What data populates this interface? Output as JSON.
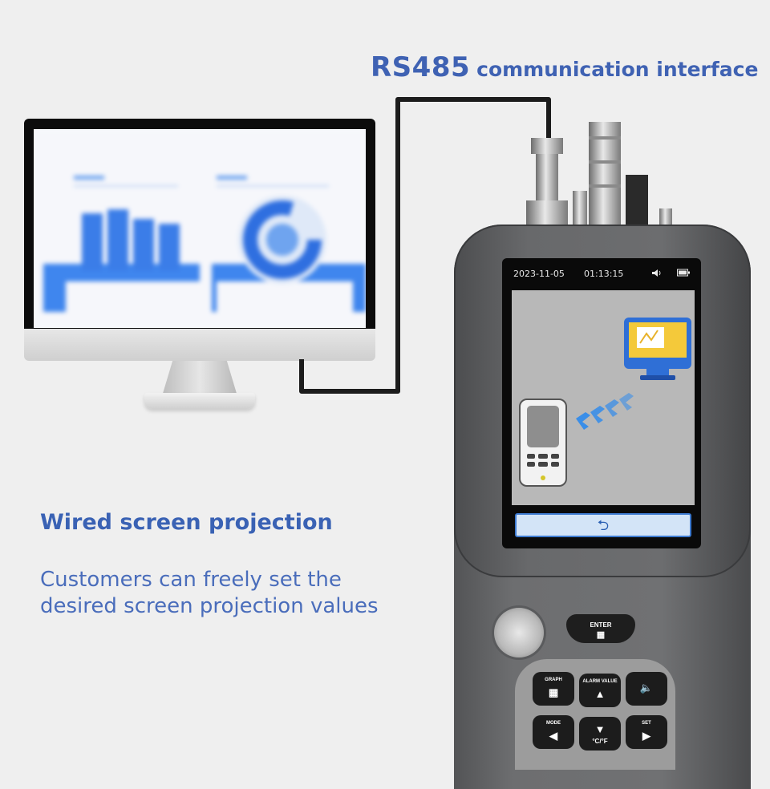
{
  "header": {
    "interface_big": "RS485",
    "interface_small": "communication interface"
  },
  "device": {
    "status_date": "2023-11-05",
    "status_time": "01:13:15",
    "speaker_icon": "speaker-icon",
    "battery_icon": "battery-icon",
    "back_icon": "back-arrow-icon",
    "back_symbol": "⮌",
    "keys": {
      "enter": "ENTER",
      "graph": "GRAPH",
      "alarm_value": "ALARM VALUE",
      "mode": "MODE",
      "unit": "°C/°F",
      "set": "SET"
    }
  },
  "info": {
    "title": "Wired screen projection",
    "description": "Customers can freely set the desired screen projection values"
  },
  "colors": {
    "accent": "#3f62b3",
    "chart_blue": "#2f6fe0",
    "device_body": "#6c6d6f",
    "back_button_border": "#3d7ad0"
  }
}
